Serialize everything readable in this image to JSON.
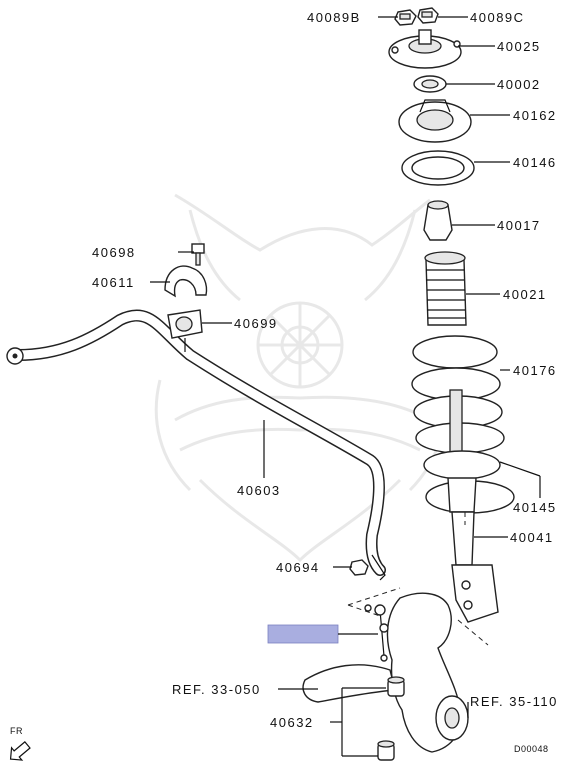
{
  "diagram": {
    "callouts": {
      "p40089B": "40089B",
      "p40089C": "40089C",
      "p40025": "40025",
      "p40002": "40002",
      "p40162": "40162",
      "p40146": "40146",
      "p40017": "40017",
      "p40021": "40021",
      "p40176": "40176",
      "p40145": "40145",
      "p40041": "40041",
      "p40698": "40698",
      "p40611": "40611",
      "p40699": "40699",
      "p40603": "40603",
      "p40694": "40694",
      "p40632": "40632",
      "ref1": "REF. 33-050",
      "ref2": "REF. 35-110"
    },
    "direction": "FR",
    "code": "D00048",
    "highlight_color": "#a9aee0"
  }
}
